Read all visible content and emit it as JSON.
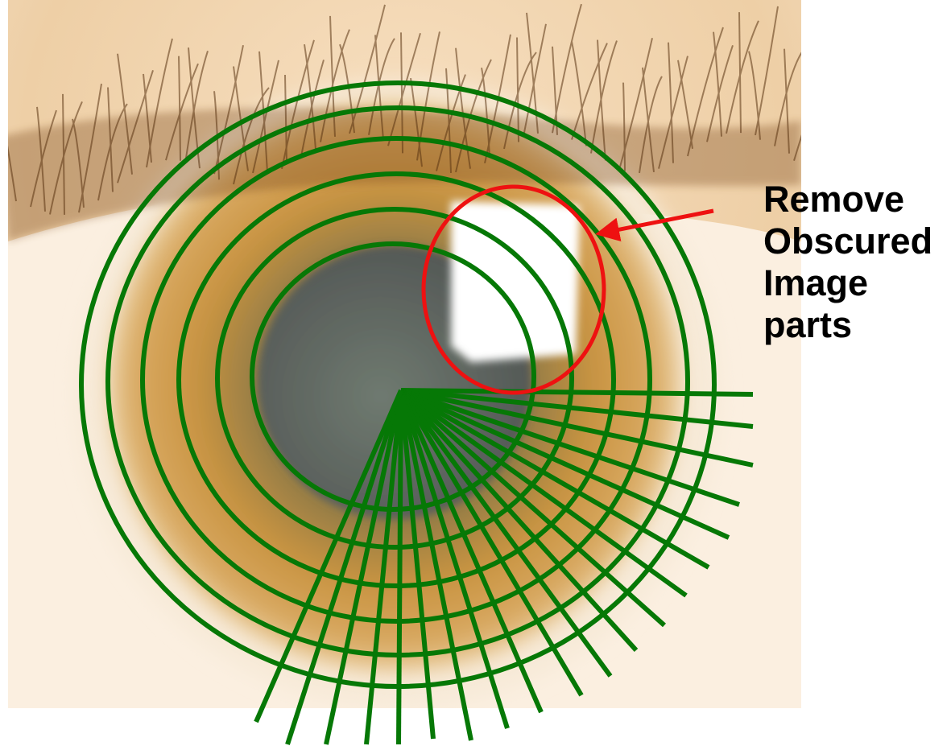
{
  "annotation": {
    "lines": [
      "Remove",
      "Obscured",
      "Image",
      "parts"
    ]
  },
  "colors": {
    "grid": "#067806",
    "highlight": "#ee1111",
    "skin": "#f3dcc0",
    "iris": "#c08a3c",
    "pupil": "#5e6660",
    "sclera": "#fdf6ea",
    "glare": "#ffffff"
  },
  "elements": {
    "photo": "eye-photo",
    "unwrap_grid": "concentric-rings-and-radial-spokes",
    "highlight": "red-circle-around-glare",
    "pointer": "red-arrow"
  }
}
